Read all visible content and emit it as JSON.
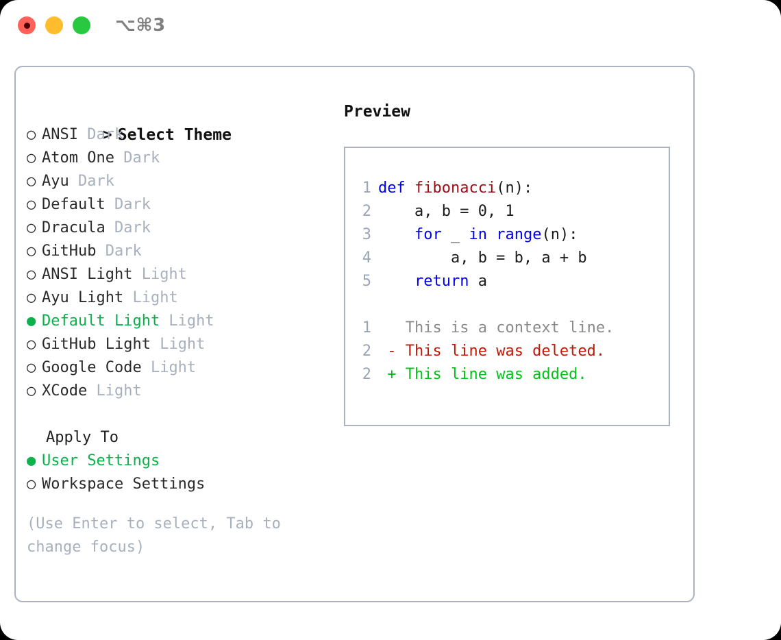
{
  "titlebar": {
    "lights": [
      "close-red",
      "minimize-yellow",
      "maximize-green"
    ],
    "shortcut": "⌥⌘3"
  },
  "theme_panel": {
    "header_prefix": "> ",
    "header": "Select Theme",
    "unselected_mark": "○ ",
    "selected_mark": "● ",
    "items": [
      {
        "name": "ANSI",
        "badge": "Dark",
        "selected": false
      },
      {
        "name": "Atom One",
        "badge": "Dark",
        "selected": false
      },
      {
        "name": "Ayu",
        "badge": "Dark",
        "selected": false
      },
      {
        "name": "Default",
        "badge": "Dark",
        "selected": false
      },
      {
        "name": "Dracula",
        "badge": "Dark",
        "selected": false
      },
      {
        "name": "GitHub",
        "badge": "Dark",
        "selected": false
      },
      {
        "name": "ANSI Light",
        "badge": "Light",
        "selected": false
      },
      {
        "name": "Ayu Light",
        "badge": "Light",
        "selected": false
      },
      {
        "name": "Default Light",
        "badge": "Light",
        "selected": true
      },
      {
        "name": "GitHub Light",
        "badge": "Light",
        "selected": false
      },
      {
        "name": "Google Code",
        "badge": "Light",
        "selected": false
      },
      {
        "name": "XCode",
        "badge": "Light",
        "selected": false
      }
    ]
  },
  "apply_to": {
    "header": "Apply To",
    "options": [
      {
        "label": "User Settings",
        "selected": true
      },
      {
        "label": "Workspace Settings",
        "selected": false
      }
    ]
  },
  "hint": "(Use Enter to select, Tab to change focus)",
  "preview": {
    "title": "Preview",
    "code_lines": [
      {
        "num": "1",
        "tokens": [
          {
            "t": "def ",
            "c": "kw"
          },
          {
            "t": "fibonacci",
            "c": "fn"
          },
          {
            "t": "(n):",
            "c": "pln"
          }
        ]
      },
      {
        "num": "2",
        "tokens": [
          {
            "t": "    a, b = 0, 1",
            "c": "pln"
          }
        ]
      },
      {
        "num": "3",
        "tokens": [
          {
            "t": "    ",
            "c": "pln"
          },
          {
            "t": "for",
            "c": "kw"
          },
          {
            "t": " _ ",
            "c": "pln"
          },
          {
            "t": "in",
            "c": "kw"
          },
          {
            "t": " ",
            "c": "pln"
          },
          {
            "t": "range",
            "c": "kw"
          },
          {
            "t": "(n):",
            "c": "pln"
          }
        ]
      },
      {
        "num": "4",
        "tokens": [
          {
            "t": "        a, b = b, a + b",
            "c": "pln"
          }
        ]
      },
      {
        "num": "5",
        "tokens": [
          {
            "t": "    ",
            "c": "pln"
          },
          {
            "t": "return",
            "c": "kw"
          },
          {
            "t": " a",
            "c": "pln"
          }
        ]
      }
    ],
    "diff_lines": [
      {
        "num": "1",
        "marker": "  ",
        "text": "This is a context line.",
        "kind": "ctx"
      },
      {
        "num": "2",
        "marker": "- ",
        "text": "This line was deleted.",
        "kind": "del"
      },
      {
        "num": "2",
        "marker": "+ ",
        "text": "This line was added.",
        "kind": "add"
      }
    ]
  },
  "colors": {
    "accent_green": "#0bb14a",
    "muted": "#a8b0be",
    "border": "#aab2c0",
    "keyword": "#0000ee",
    "function": "#9c0d18",
    "diff_add": "#00c217",
    "diff_del": "#c21807",
    "linenum": "#9aa4b5"
  }
}
